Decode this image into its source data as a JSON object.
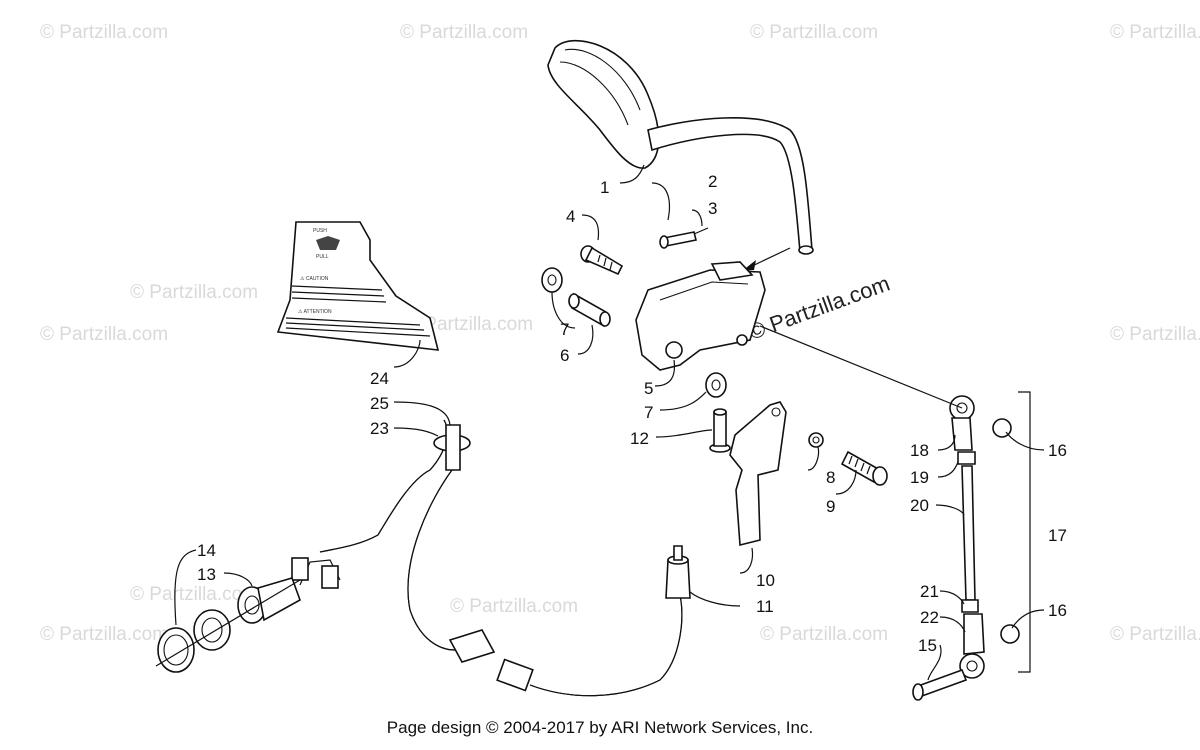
{
  "watermark": "© Partzilla.com",
  "footer": "Page design © 2004-2017 by ARI Network Services, Inc.",
  "decal": {
    "push": "PUSH",
    "pull": "PULL",
    "caution": "⚠ CAUTION",
    "attention": "⚠ ATTENTION"
  },
  "callouts": {
    "c1": "1",
    "c2": "2",
    "c3": "3",
    "c4": "4",
    "c5": "5",
    "c6": "6",
    "c7a": "7",
    "c7b": "7",
    "c8": "8",
    "c9": "9",
    "c10": "10",
    "c11": "11",
    "c12": "12",
    "c13": "13",
    "c14": "14",
    "c15": "15",
    "c16a": "16",
    "c16b": "16",
    "c17": "17",
    "c18": "18",
    "c19": "19",
    "c20": "20",
    "c21": "21",
    "c22": "22",
    "c23": "23",
    "c24": "24",
    "c25": "25"
  }
}
